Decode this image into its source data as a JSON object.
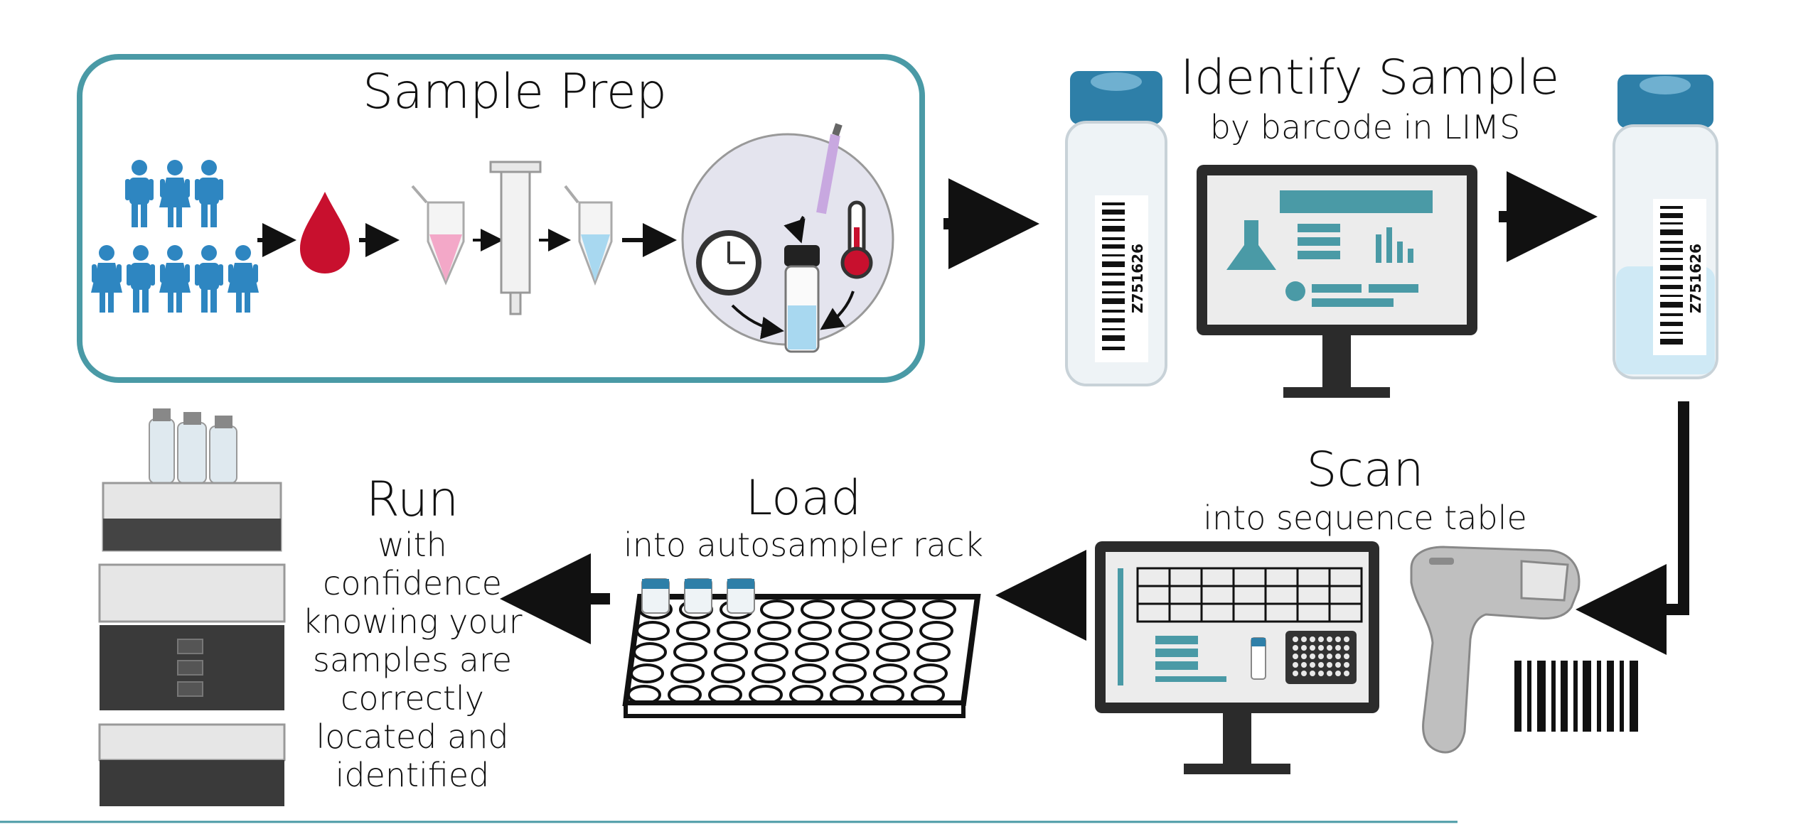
{
  "sample_prep": {
    "title": "Sample Prep"
  },
  "identify": {
    "title": "Identify Sample",
    "subtitle": "by barcode in LIMS",
    "vial_code": "Z751626"
  },
  "scan": {
    "title": "Scan",
    "subtitle": "into sequence table"
  },
  "load": {
    "title": "Load",
    "subtitle": "into autosampler rack"
  },
  "run": {
    "title": "Run",
    "subtitle_lines": [
      "with confidence",
      "knowing your",
      "samples are",
      "correctly",
      "located and",
      "identified"
    ]
  },
  "colors": {
    "teal": "#4a9aa6",
    "person_blue": "#2e86c1",
    "blood_red": "#c8102e",
    "cap_blue": "#2e7fa8",
    "dark": "#2b2b2b"
  }
}
